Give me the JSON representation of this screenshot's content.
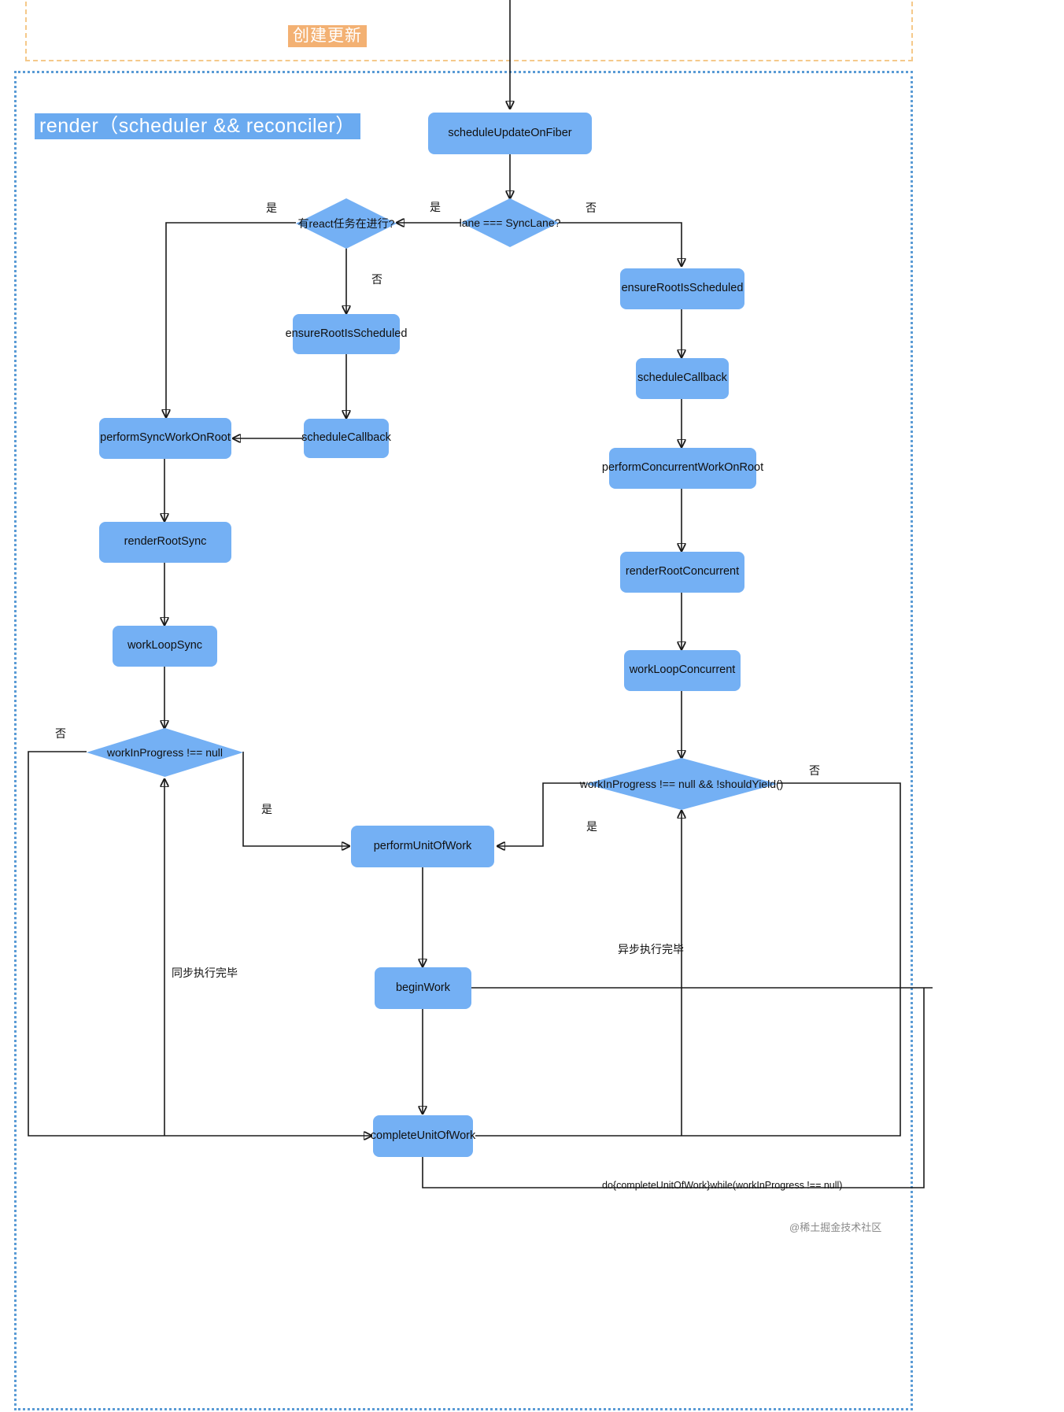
{
  "zones": {
    "create_update": {
      "label": "创建更新"
    },
    "render": {
      "label": "render（scheduler && reconciler）"
    }
  },
  "nodes": {
    "schedule_update_on_fiber": "scheduleUpdateOnFiber",
    "ensure_root_is_scheduled_left": "ensureRootIsScheduled",
    "schedule_callback_left": "scheduleCallback",
    "perform_sync_work_on_root": "performSyncWorkOnRoot",
    "render_root_sync": "renderRootSync",
    "work_loop_sync": "workLoopSync",
    "ensure_root_is_scheduled_right": "ensureRootIsScheduled",
    "schedule_callback_right": "scheduleCallback",
    "perform_concurrent_work_on_root": "performConcurrentWorkOnRoot",
    "render_root_concurrent": "renderRootConcurrent",
    "work_loop_concurrent": "workLoopConcurrent",
    "perform_unit_of_work": "performUnitOfWork",
    "begin_work": "beginWork",
    "complete_unit_of_work": "completeUnitOfWork"
  },
  "decisions": {
    "lane_is_sync": "lane === SyncLane?",
    "react_task_running": "有react任务在进行?",
    "wip_not_null": "workInProgress !== null",
    "wip_not_null_should_yield": "workInProgress !== null && !shouldYield()"
  },
  "edge_labels": {
    "yes_1": "是",
    "yes_2": "是",
    "no_1": "否",
    "no_2": "否",
    "no_3": "否",
    "no_4": "否",
    "yes_3": "是",
    "yes_4": "是",
    "sync_done": "同步执行完毕",
    "async_done": "异步执行完毕",
    "do_while": "do{completeUnitOfWork}while(workInProgress !== null)"
  },
  "watermark": "@稀土掘金技术社区",
  "colors": {
    "node_fill": "#74b0f4",
    "zone_orange": "#f3b173",
    "zone_blue": "#6aaaf0",
    "edge": "#1a1a1a"
  }
}
